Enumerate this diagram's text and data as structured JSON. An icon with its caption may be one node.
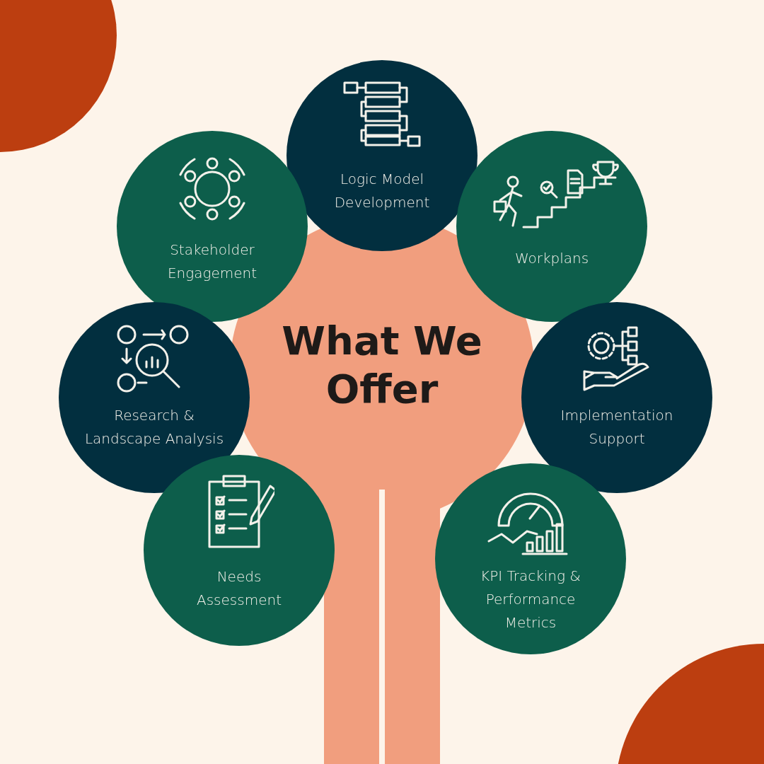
{
  "diagram": {
    "nodes": [
      {
        "text": [
          "Logic Model Development"
        ]
      },
      {
        "text": [
          "Stakeholder Engagement"
        ]
      },
      {
        "text": [
          "Workplans"
        ]
      },
      {
        "text": [
          "What We Offer"
        ]
      },
      {
        "text": [
          "Research & Landscape Analysis"
        ]
      },
      {
        "text": [
          "Implementation Support"
        ]
      },
      {
        "text": [
          "Needs Assessment"
        ]
      },
      {
        "text": [
          "KPI Tracking & Performance Metrics"
        ]
      }
    ]
  }
}
